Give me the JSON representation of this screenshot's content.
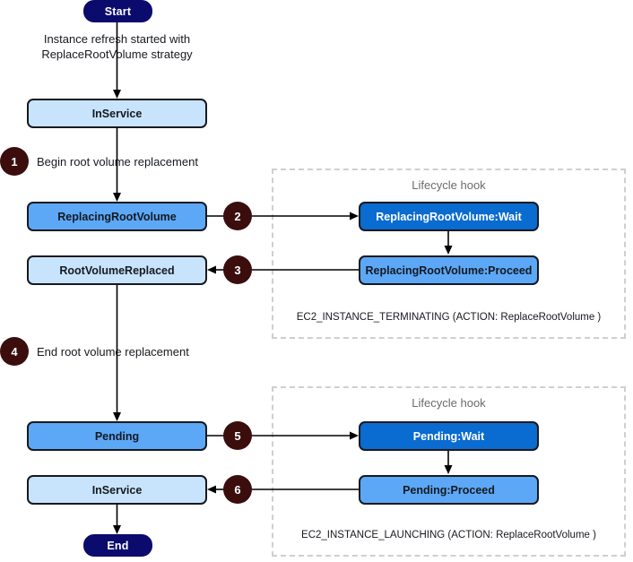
{
  "diagram": {
    "title": "Instance refresh with ReplaceRootVolume strategy",
    "terminals": {
      "start": "Start",
      "end": "End"
    },
    "colors": {
      "terminal": "#0b0b6e",
      "state_light": "#c8e4fc",
      "state_mid": "#5ca8f7",
      "state_dark": "#0a6bd0",
      "badge": "#3b0d0d",
      "hook_border": "#cfcfcf",
      "hook_title": "#6b6b6b",
      "stroke": "#000000"
    },
    "states": {
      "inservice_top": "InService",
      "replacing_root_volume": "ReplacingRootVolume",
      "root_volume_replaced": "RootVolumeReplaced",
      "pending": "Pending",
      "inservice_bottom": "InService"
    },
    "hook_states": {
      "replacing_wait": "ReplacingRootVolume:Wait",
      "replacing_proceed": "ReplacingRootVolume:Proceed",
      "pending_wait": "Pending:Wait",
      "pending_proceed": "Pending:Proceed"
    },
    "edge_labels": {
      "start_to_inservice": "Instance refresh started with\nReplaceRootVolume strategy",
      "begin_replacement": "Begin root volume replacement",
      "end_replacement": "End root volume replacement"
    },
    "badges": {
      "one": "1",
      "two": "2",
      "three": "3",
      "four": "4",
      "five": "5",
      "six": "6"
    },
    "hooks": [
      {
        "title": "Lifecycle hook",
        "footer": "EC2_INSTANCE_TERMINATING (ACTION: ReplaceRootVolume )"
      },
      {
        "title": "Lifecycle hook",
        "footer": "EC2_INSTANCE_LAUNCHING (ACTION: ReplaceRootVolume )"
      }
    ]
  }
}
